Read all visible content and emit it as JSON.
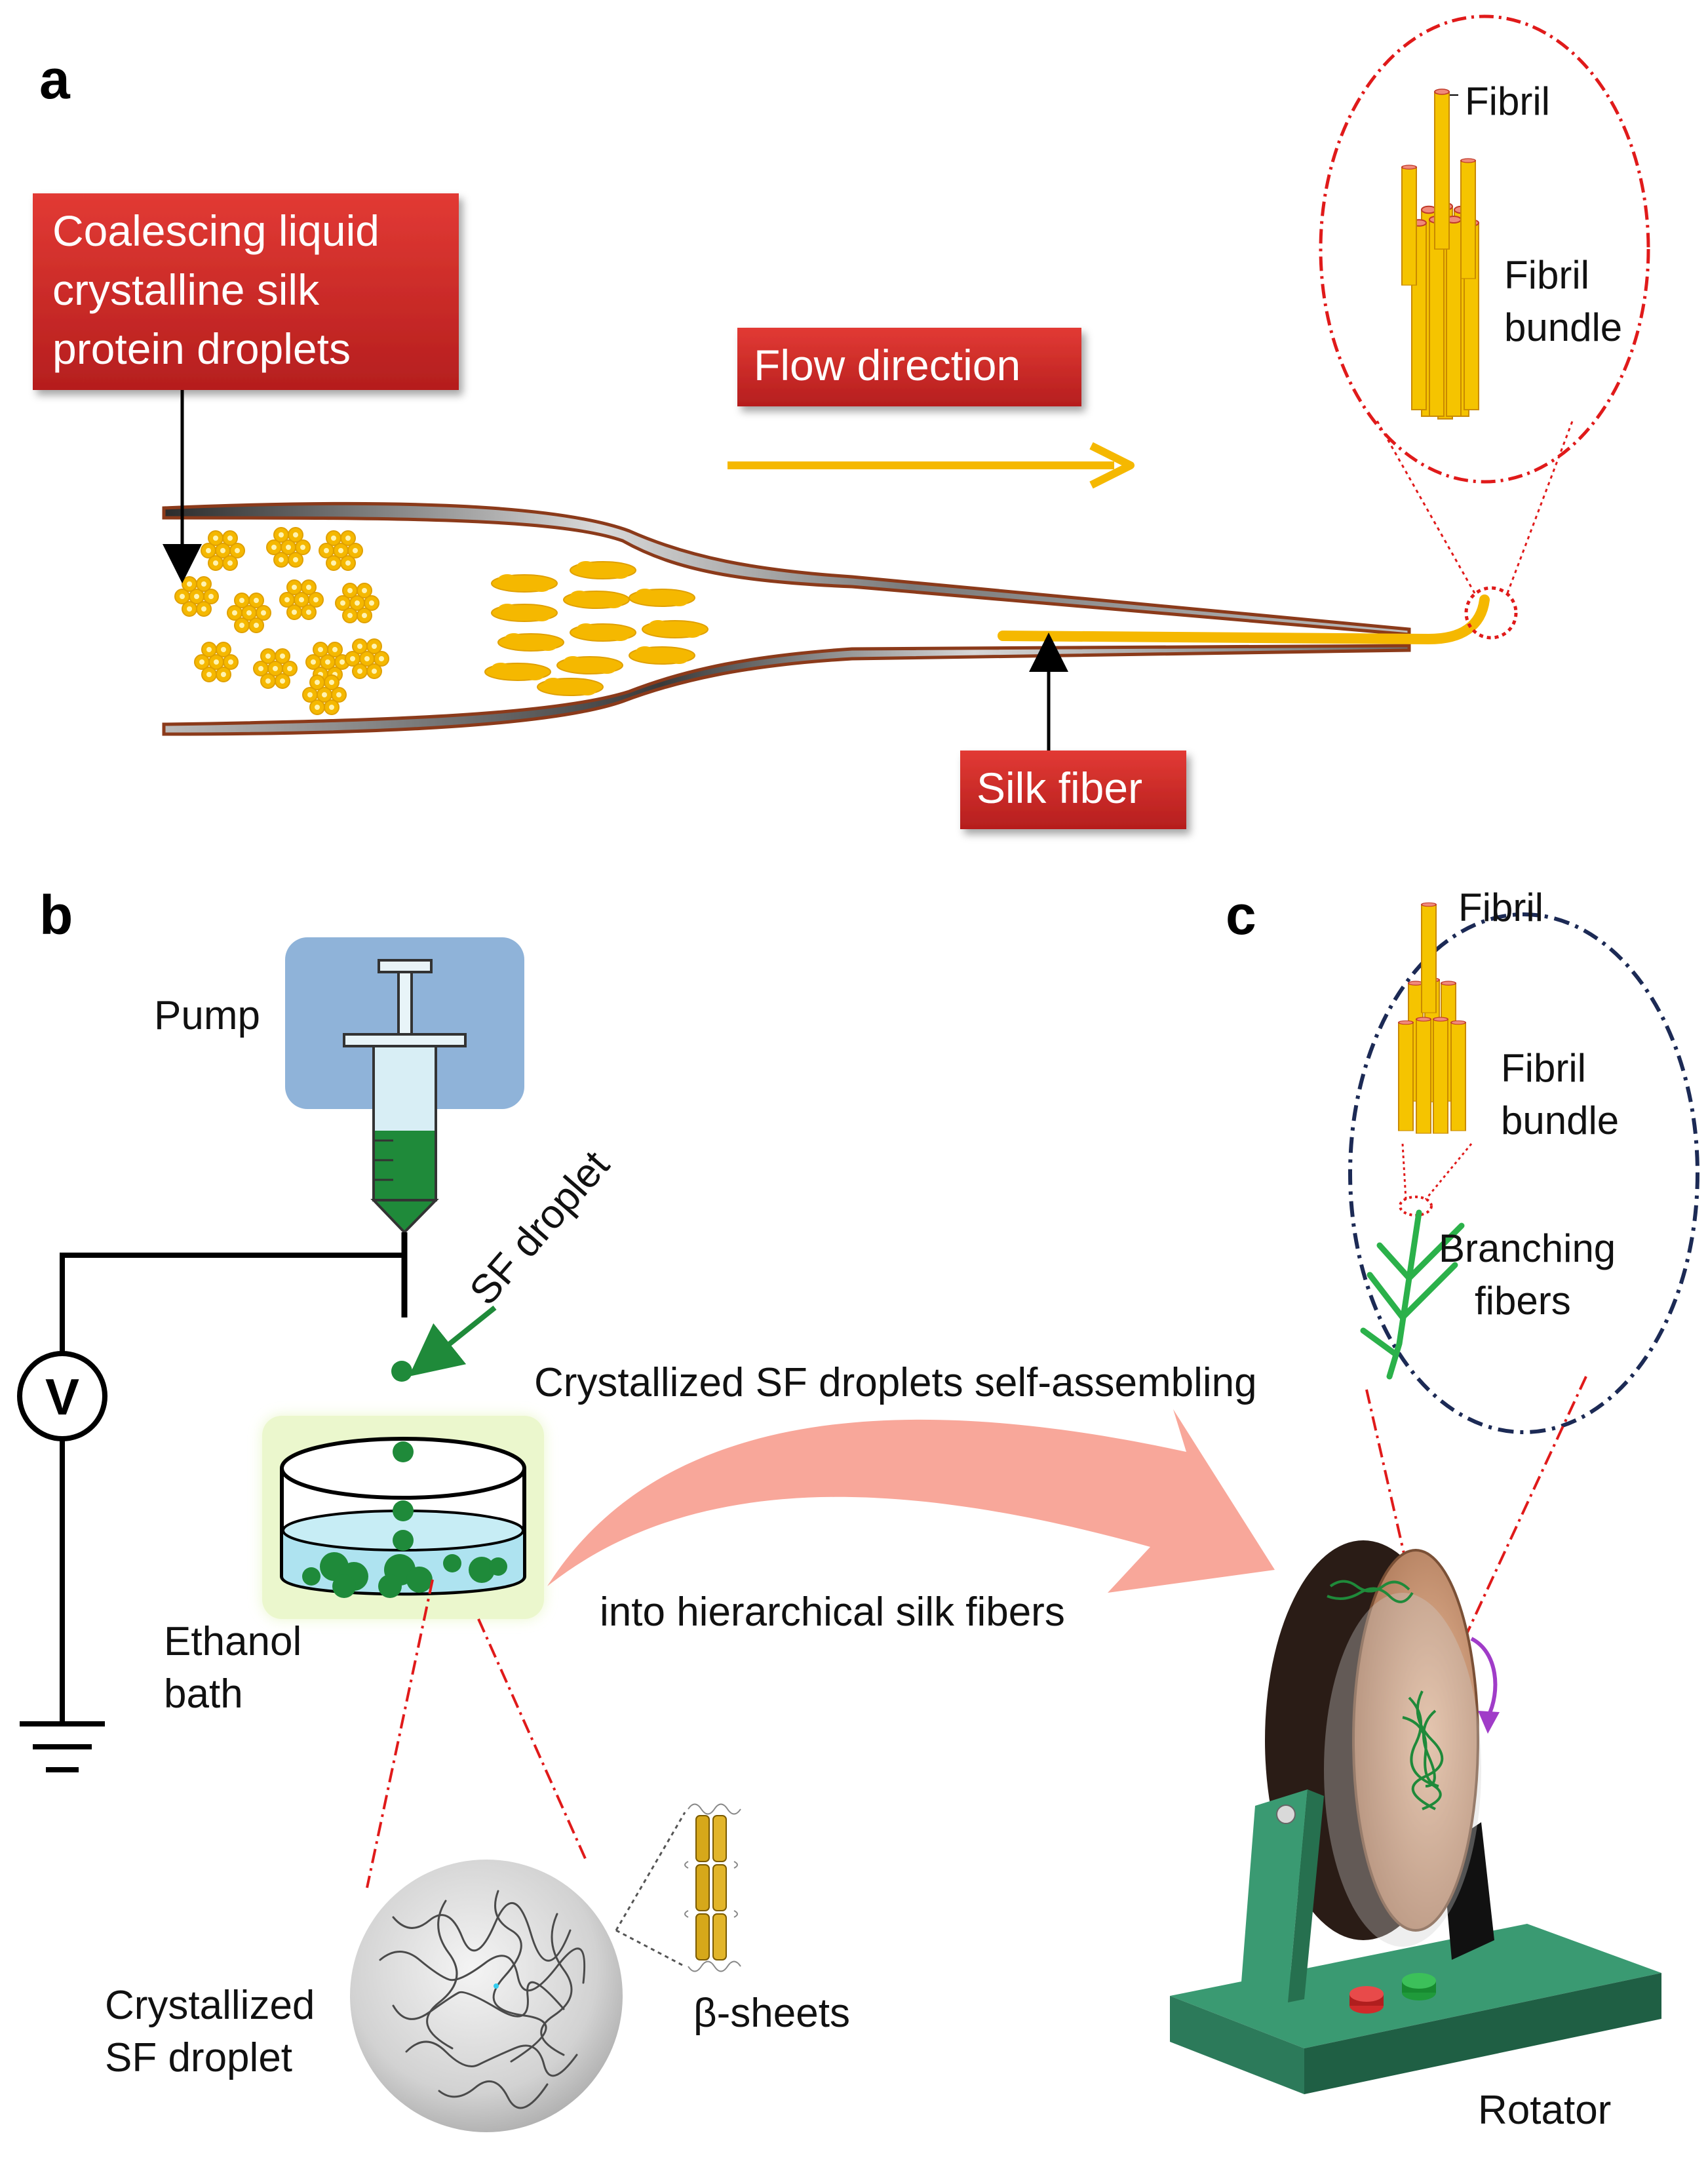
{
  "panel_a": {
    "letter": "a",
    "callout_droplets": [
      "Coalescing liquid",
      "crystalline silk",
      "protein droplets"
    ],
    "callout_flow": "Flow direction",
    "callout_fiber": "Silk fiber",
    "inset_fibril": "Fibril",
    "inset_bundle": [
      "Fibril",
      "bundle"
    ]
  },
  "panel_b": {
    "letter": "b",
    "pump_label": "Pump",
    "droplet_label": "SF droplet",
    "voltage_symbol": "V",
    "bath_label": [
      "Ethanol",
      "bath"
    ],
    "crystallized_label": [
      "Crystallized",
      "SF droplet"
    ],
    "beta_label": "β-sheets",
    "arrow_text_top": "Crystallized SF droplets self-assembling",
    "arrow_text_bottom": "into hierarchical silk fibers"
  },
  "panel_c": {
    "letter": "c",
    "inset_fibril": "Fibril",
    "inset_bundle": [
      "Fibril",
      "bundle"
    ],
    "inset_branching": [
      "Branching",
      "fibers"
    ],
    "rotator_label": "Rotator"
  },
  "colors": {
    "callout_red": "#d42a2a",
    "fiber_yellow": "#f5b800",
    "droplet_green": "#1f8a3a",
    "pump_blue": "#8fb3d9",
    "guide_red": "#e01a1a",
    "inset_blue": "#1c2a55",
    "arrow_pink": "#f8a79a",
    "rotator_green": "#3a9a72"
  }
}
